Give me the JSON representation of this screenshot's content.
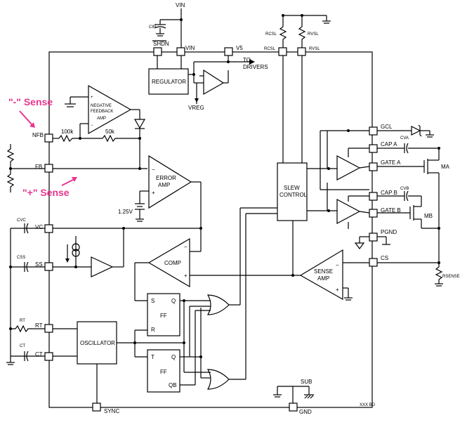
{
  "annotations": {
    "neg_sense": "\"-\" Sense",
    "pos_sense": "\"+\" Sense"
  },
  "labels": {
    "vin_top": "VIN",
    "cin": "CIN",
    "shdn": "SHDN",
    "vin_pin": "VIN",
    "v5": "V5",
    "to_drivers_1": "TO",
    "to_drivers_2": "DRIVERS",
    "regulator": "REGULATOR",
    "vreg": "VREG",
    "rcsl_top": "RCSL",
    "rvsl_top": "RVSL",
    "rcsl_pin": "RCSL",
    "rvsl_pin": "RVSL",
    "nfb": "NFB",
    "fb": "FB",
    "neg_amp_1": "NEGATIVE",
    "neg_amp_2": "FEEDBACK",
    "neg_amp_3": "AMP",
    "r100k": "100k",
    "r50k": "50k",
    "error_amp_1": "ERROR",
    "error_amp_2": "AMP",
    "ref": "1.25V",
    "cvc": "CVC",
    "vc": "VC",
    "css": "CSS",
    "ss": "SS",
    "comp": "COMP",
    "rt": "RT",
    "rt_pin": "RT",
    "ct": "CT",
    "ct_pin": "CT",
    "oscillator": "OSCILLATOR",
    "sync": "SYNC",
    "ff1_s": "S",
    "ff1_r": "R",
    "ff1_q": "Q",
    "ff1_ff": "FF",
    "ff2_t": "T",
    "ff2_q": "Q",
    "ff2_qb": "QB",
    "ff2_ff": "FF",
    "slew_1": "SLEW",
    "slew_2": "CONTROL",
    "gcl": "GCL",
    "cva": "CVA",
    "cap_a": "CAP A",
    "gate_a": "GATE A",
    "ma": "MA",
    "cvb": "CVB",
    "cap_b": "CAP B",
    "gate_b": "GATE B",
    "mb": "MB",
    "pgnd": "PGND",
    "cs": "CS",
    "sense_amp_1": "SENSE",
    "sense_amp_2": "AMP",
    "rsense": "RSENSE",
    "sub": "SUB",
    "gnd": "GND",
    "code": "XXX BD"
  }
}
